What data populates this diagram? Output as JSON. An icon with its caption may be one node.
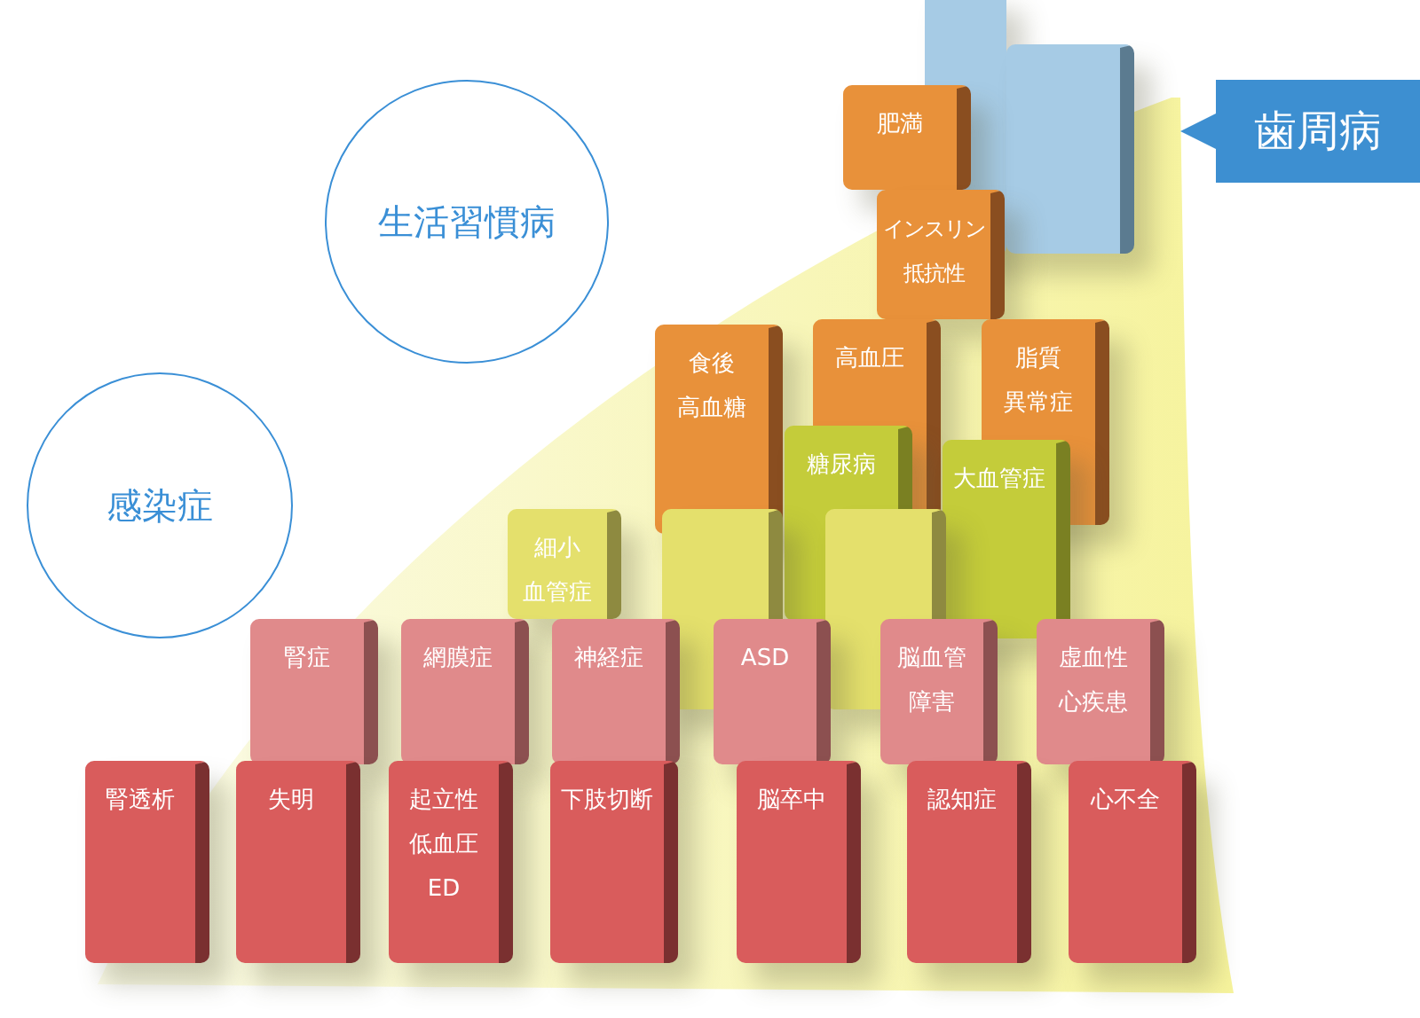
{
  "diagram": {
    "nodes": [
      {
        "text": [],
        "shape": "box"
      },
      {
        "text": [],
        "shape": "box"
      },
      {
        "text": [
          "歯周病"
        ]
      },
      {
        "text": [
          "生活習慣病"
        ]
      },
      {
        "text": [
          "肥満"
        ]
      },
      {
        "text": [
          "インスリン抵抗性"
        ]
      },
      {
        "text": [
          "食後高血糖"
        ]
      },
      {
        "text": [
          "高血圧"
        ]
      },
      {
        "text": [
          "脂質異常症"
        ]
      },
      {
        "text": [
          "感染症"
        ]
      },
      {
        "text": [
          "糖尿病"
        ]
      },
      {
        "text": [
          "大血管症"
        ]
      },
      {
        "text": [
          "細小血管症"
        ]
      },
      {
        "text": [],
        "shape": "box"
      },
      {
        "text": [],
        "shape": "box"
      },
      {
        "text": [
          "腎症"
        ]
      },
      {
        "text": [
          "網膜症"
        ]
      },
      {
        "text": [
          "神経症"
        ]
      },
      {
        "text": [
          "ASD"
        ]
      },
      {
        "text": [
          "脳血管障害"
        ]
      },
      {
        "text": [
          "虚血性心疾患"
        ]
      },
      {
        "text": [
          "腎透析"
        ]
      },
      {
        "text": [
          "失明"
        ]
      },
      {
        "text": [
          "起立性低血圧",
          "ED"
        ]
      },
      {
        "text": [
          "下肢切断"
        ]
      },
      {
        "text": [
          "脳卒中"
        ]
      },
      {
        "text": [
          "認知症"
        ]
      },
      {
        "text": [
          "心不全"
        ]
      }
    ]
  }
}
